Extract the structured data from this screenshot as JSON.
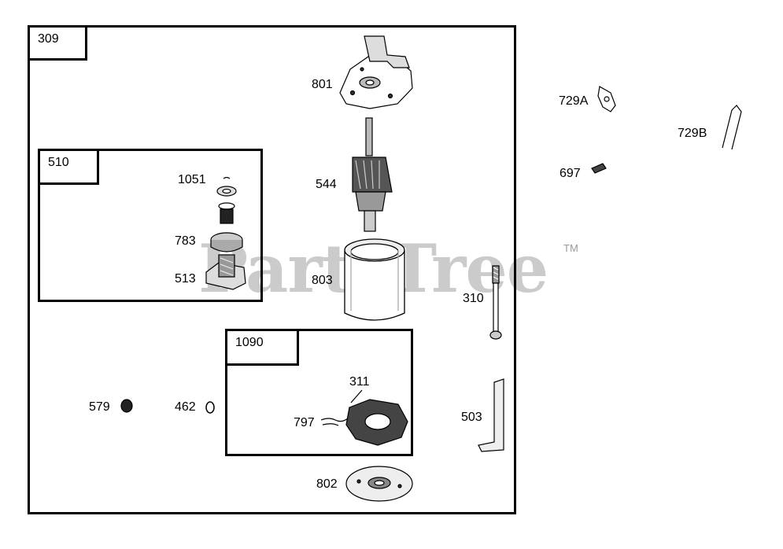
{
  "watermark": {
    "text": "PartsTree",
    "trademark": "TM"
  },
  "assemblies": {
    "outer": "309",
    "drive": "510",
    "brush_holder": "1090"
  },
  "parts": {
    "p801": "801",
    "p544": "544",
    "p803": "803",
    "p1051": "1051",
    "p783": "783",
    "p513": "513",
    "p311": "311",
    "p797": "797",
    "p579": "579",
    "p462": "462",
    "p802": "802",
    "p729A": "729A",
    "p729B": "729B",
    "p697": "697",
    "p310": "310",
    "p503": "503"
  }
}
